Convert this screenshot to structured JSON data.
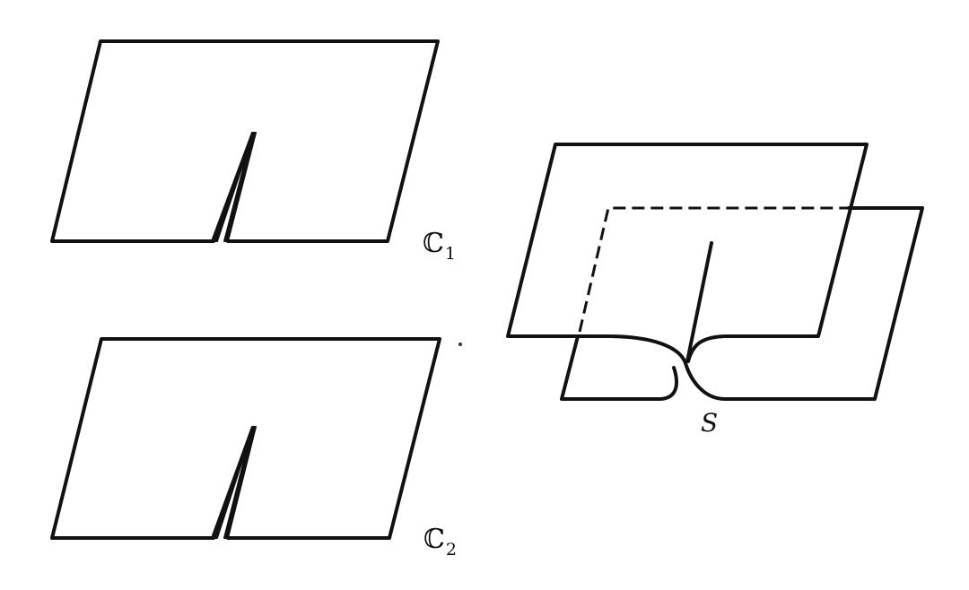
{
  "labels": {
    "sheet_1": {
      "base": "ℂ",
      "subscript": "1"
    },
    "sheet_2": {
      "base": "ℂ",
      "subscript": "2"
    },
    "glued_surface": "S"
  },
  "colors": {
    "ink": "#111111",
    "background": "#ffffff"
  }
}
